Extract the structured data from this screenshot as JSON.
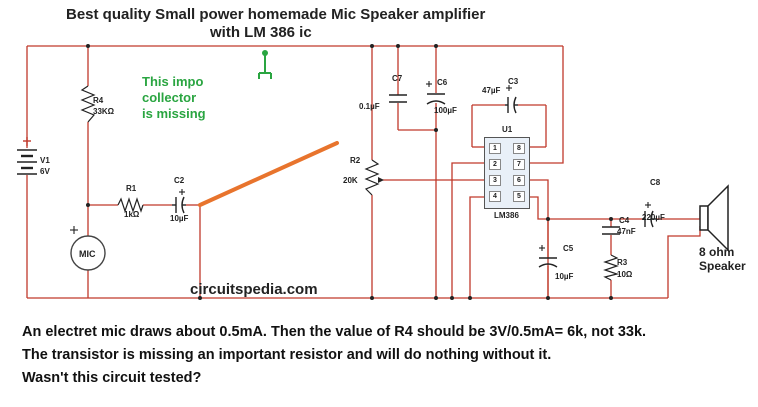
{
  "title": {
    "line1": "Best quality Small power homemade Mic Speaker amplifier",
    "line2": "with LM 386 ic"
  },
  "note": {
    "line1": "This impo",
    "line2": "collector",
    "line3": "is missing"
  },
  "components": {
    "r4_name": "R4",
    "r4_value": "33KΩ",
    "v1_name": "V1",
    "v1_value": "6V",
    "r1_name": "R1",
    "r1_value": "1kΩ",
    "c2_name": "C2",
    "c2_value": "10µF",
    "mic": "MIC",
    "mic_plus": "+",
    "r2_name": "R2",
    "r2_value": "20K",
    "c7_name": "C7",
    "c7_value": "0.1µF",
    "c6_name": "C6",
    "c6_value": "100µF",
    "c3_name": "C3",
    "c3_value": "47µF",
    "u1_name": "U1",
    "ic_name": "LM386",
    "c5_name": "C5",
    "c5_value": "10µF",
    "r3_name": "R3",
    "r3_value": "10Ω",
    "c4_name": "C4",
    "c4_value": "47nF",
    "c8_name": "C8",
    "c8_value": "220µF",
    "speaker_line1": "8 ohm",
    "speaker_line2": "Speaker"
  },
  "ic_pins": {
    "left": [
      "1",
      "2",
      "3",
      "4"
    ],
    "right": [
      "8",
      "7",
      "6",
      "5"
    ]
  },
  "site": "circuitspedia.com",
  "comment": {
    "line1": "An electret mic draws about 0.5mA. Then the value of R4 should be 3V/0.5mA= 6k, not 33k.",
    "line2": "The transistor is missing an important resistor and will do nothing without it.",
    "line3": "Wasn't this circuit tested?"
  },
  "colors": {
    "wire": "#c0392b",
    "annotation_line": "#e8742d",
    "note_text": "#2aa541",
    "ic_fill": "#e9f0f8"
  }
}
